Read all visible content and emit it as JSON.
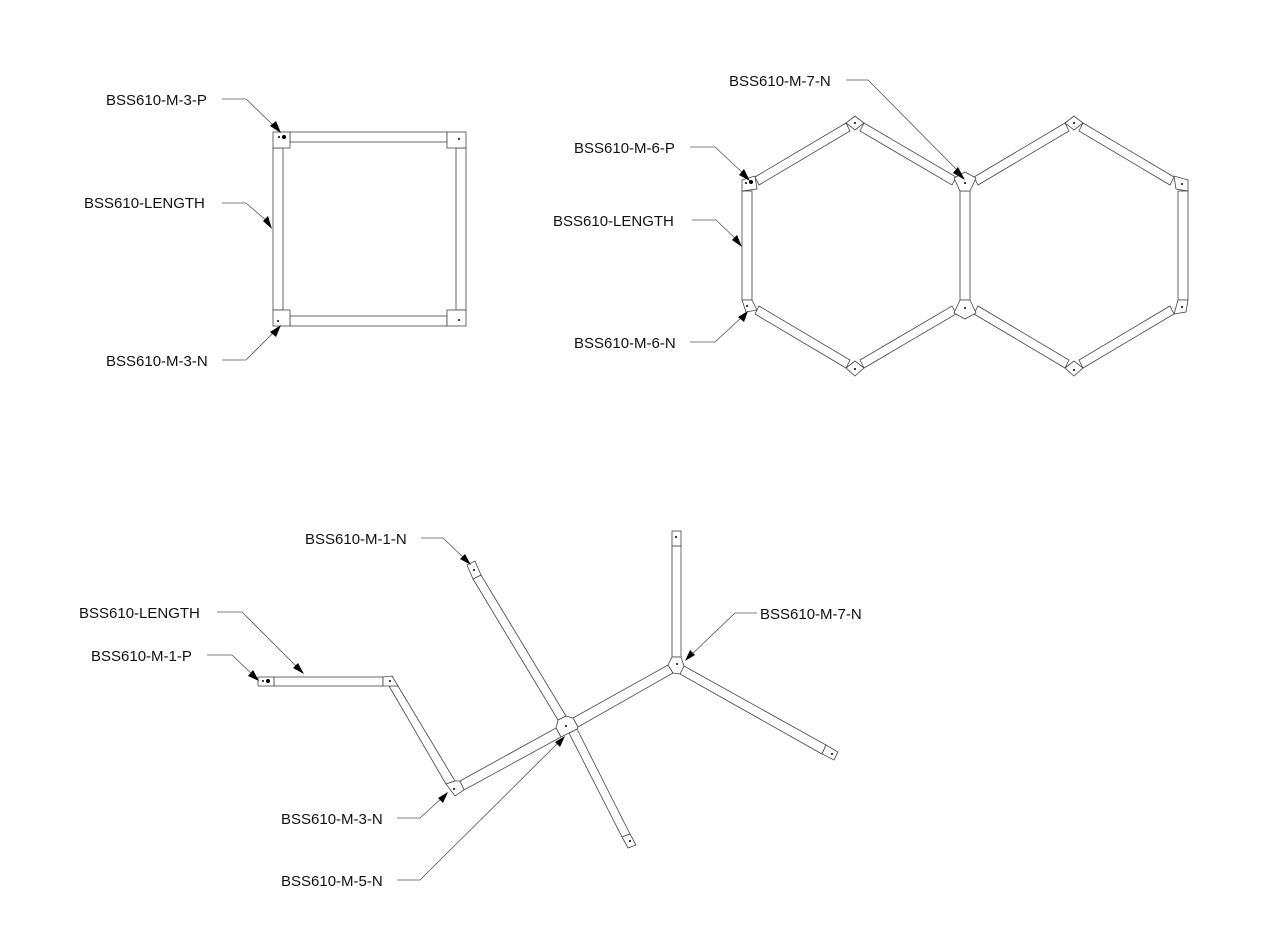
{
  "labels": {
    "square_start_connector": "BSS610-M-3-P",
    "square_length": "BSS610-LENGTH",
    "square_corner_connector": "BSS610-M-3-N",
    "hex_shared_connector": "BSS610-M-7-N",
    "hex_start_connector": "BSS610-M-6-P",
    "hex_length": "BSS610-LENGTH",
    "hex_corner_connector": "BSS610-M-6-N",
    "tree_end_connector": "BSS610-M-1-N",
    "tree_length": "BSS610-LENGTH",
    "tree_start_connector": "BSS610-M-1-P",
    "tree_three_way_connector": "BSS610-M-7-N",
    "tree_bend_connector": "BSS610-M-3-N",
    "tree_four_way_connector": "BSS610-M-5-N"
  },
  "colors": {
    "line": "#444444",
    "leader": "#555555",
    "text": "#111111"
  }
}
